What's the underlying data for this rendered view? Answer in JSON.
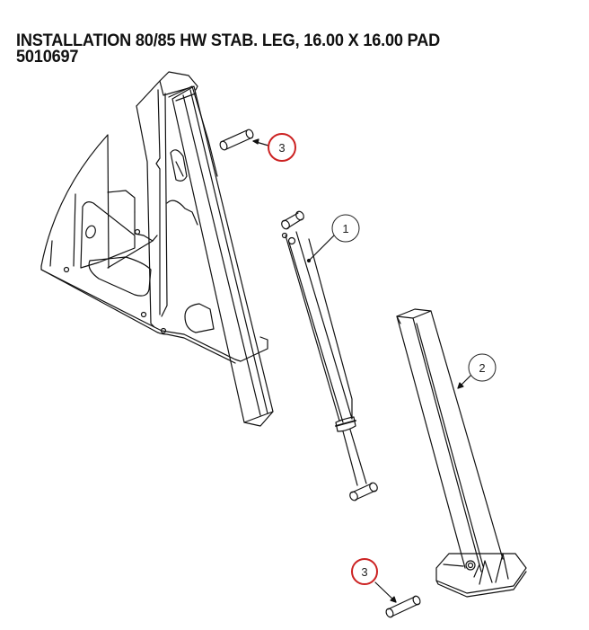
{
  "title": {
    "line1": "INSTALLATION 80/85 HW STAB. LEG, 16.00 X 16.00 PAD",
    "part_number": "5010697"
  },
  "callouts": [
    {
      "id": "callout-3-top",
      "label": "3",
      "highlighted": true,
      "color": "#cc2222"
    },
    {
      "id": "callout-1",
      "label": "1",
      "highlighted": false,
      "color": "#222222"
    },
    {
      "id": "callout-2",
      "label": "2",
      "highlighted": false,
      "color": "#222222"
    },
    {
      "id": "callout-3-bottom",
      "label": "3",
      "highlighted": true,
      "color": "#cc2222"
    }
  ],
  "parts": [
    {
      "item": "1",
      "name": "hydraulic-cylinder"
    },
    {
      "item": "2",
      "name": "stabilizer-leg-with-pad"
    },
    {
      "item": "3",
      "name": "pin"
    }
  ],
  "colors": {
    "line": "#111111",
    "highlight": "#cc2222",
    "background": "#ffffff"
  }
}
